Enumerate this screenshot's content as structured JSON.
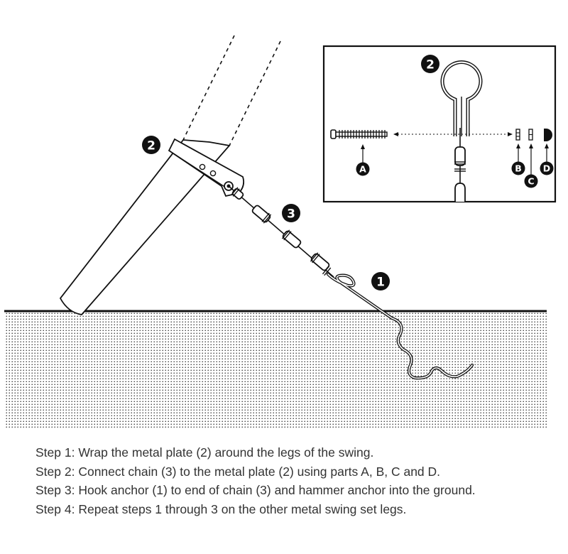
{
  "colors": {
    "ink": "#111111",
    "text": "#333333",
    "background": "#ffffff",
    "ground_dots": "#222222"
  },
  "callouts": {
    "anchor": "1",
    "metal_plate": "2",
    "chain": "3",
    "inset_metal_plate": "2"
  },
  "parts": {
    "a": "A",
    "b": "B",
    "c": "C",
    "d": "D"
  },
  "steps": [
    "Step 1: Wrap the metal plate (2) around the legs of the swing.",
    "Step 2: Connect chain (3) to the metal plate (2) using parts A, B, C and D.",
    "Step 3: Hook anchor (1) to end of chain (3) and hammer anchor into the ground.",
    "Step 4: Repeat steps 1 through 3 on the other metal swing set legs."
  ]
}
